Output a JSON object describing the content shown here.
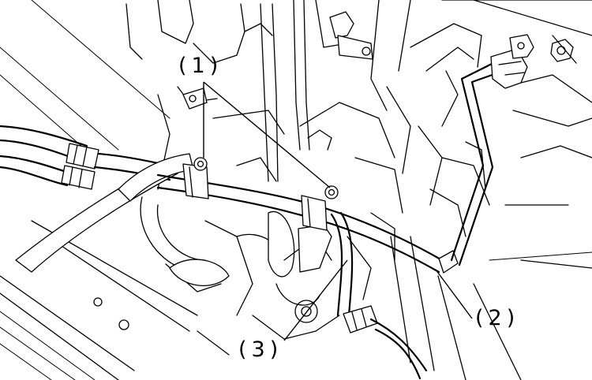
{
  "callouts": {
    "one": "(1)",
    "two": "(2)",
    "three": "(3)"
  },
  "colors": {
    "line": "#000000",
    "background": "#ffffff"
  }
}
